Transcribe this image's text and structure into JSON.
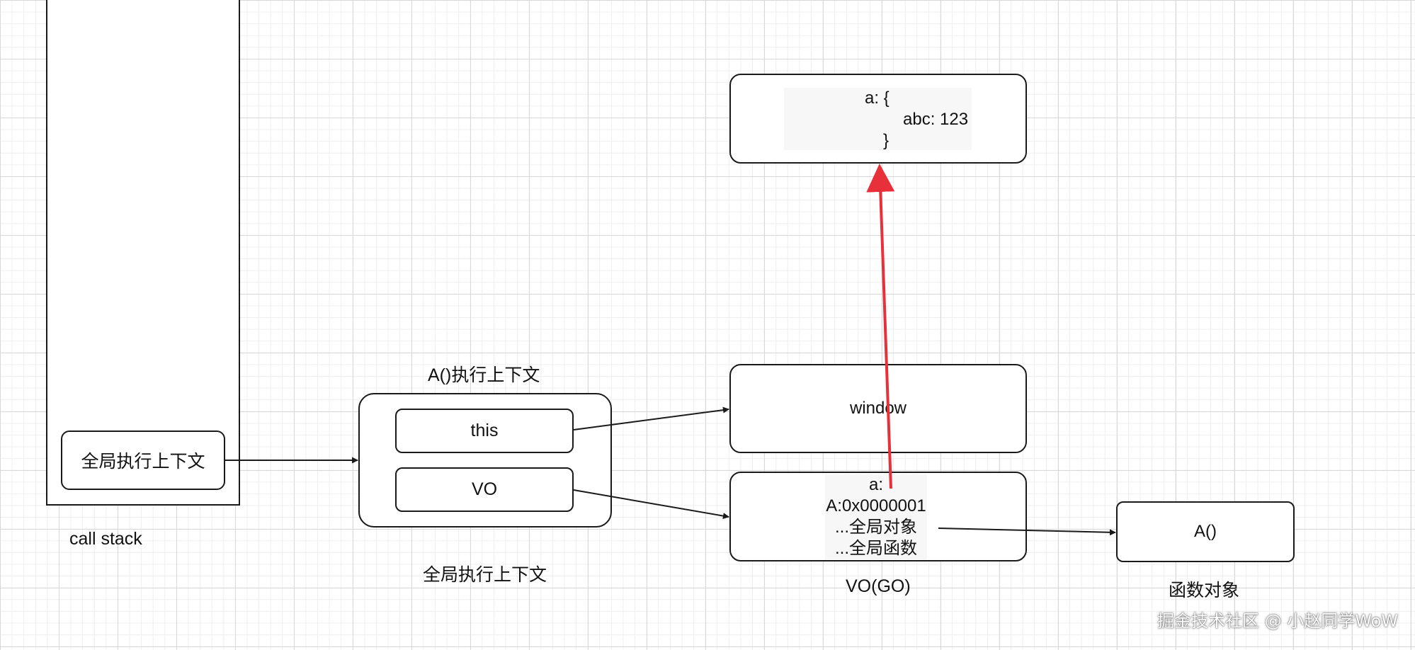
{
  "call_stack": {
    "label": "call stack",
    "global_ctx_item": "全局执行上下文"
  },
  "global_context": {
    "title": "A()执行上下文",
    "caption": "全局执行上下文",
    "this_label": "this",
    "vo_label": "VO"
  },
  "object_a": {
    "line1": "a: {",
    "line2": "abc: 123",
    "line3": "}"
  },
  "window_box": {
    "label": "window"
  },
  "vo_go": {
    "line1": "a:",
    "line2": "A:0x0000001",
    "line3": "...全局对象",
    "line4": "...全局函数",
    "caption": "VO(GO)"
  },
  "function_object": {
    "label": "A()",
    "caption": "函数对象"
  },
  "watermark": "掘金技术社区 @ 小赵同学WoW",
  "colors": {
    "highlight_arrow": "#e8303a",
    "stroke": "#1a1a1a"
  }
}
